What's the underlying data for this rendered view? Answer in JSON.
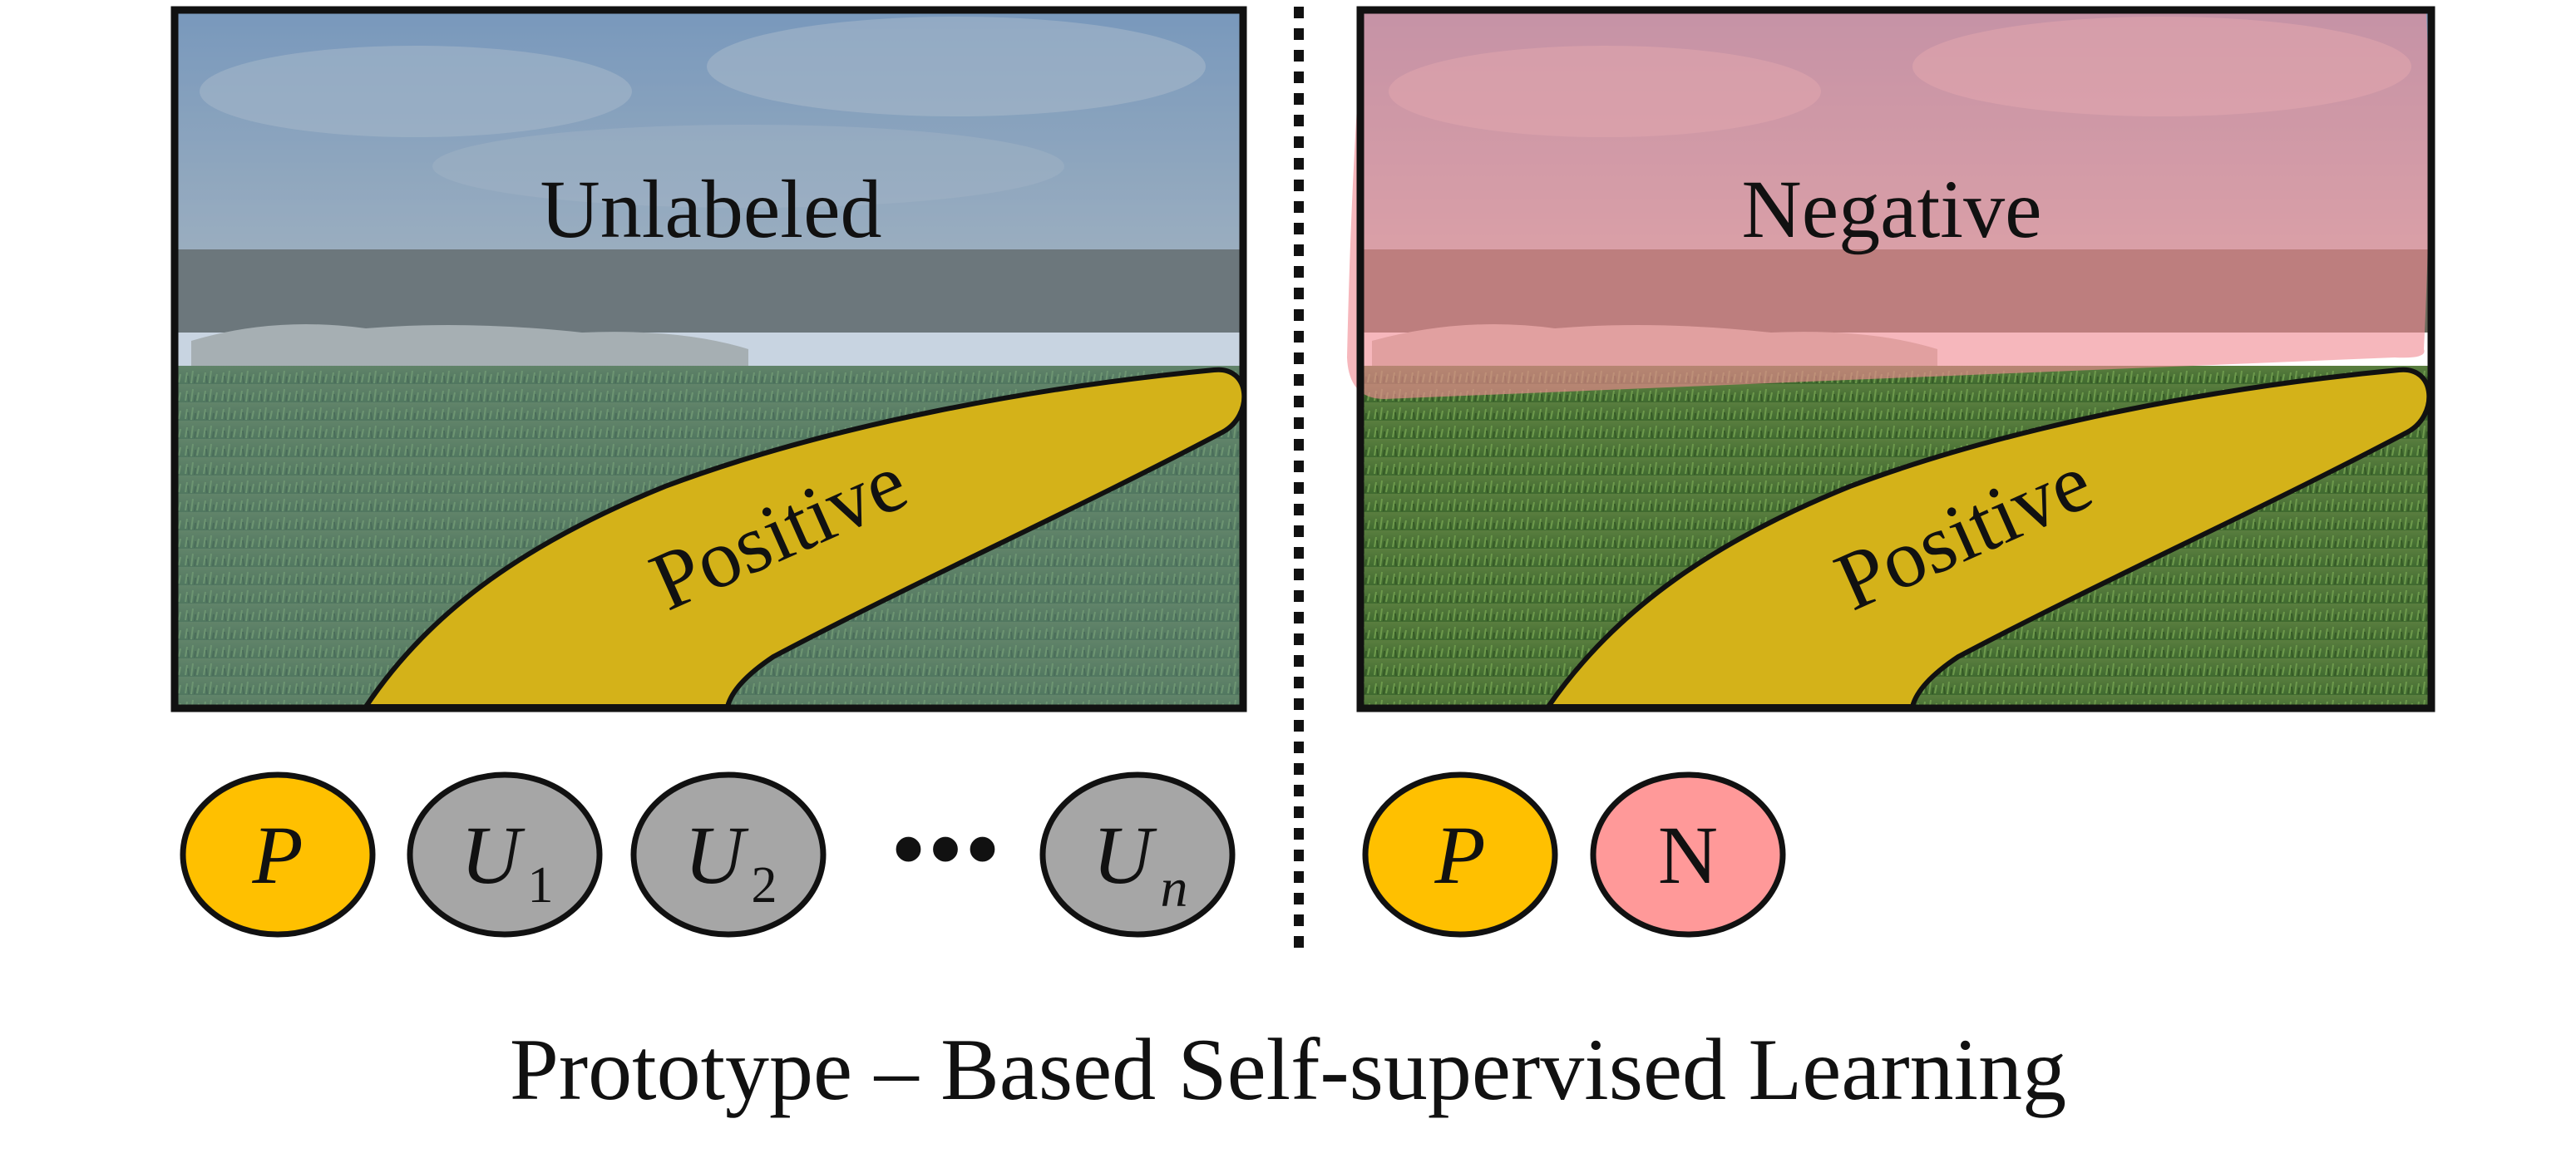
{
  "left_panel": {
    "region_label": "Unlabeled",
    "positive_label": "Positive",
    "tint_color": "#6f9bd3"
  },
  "right_panel": {
    "region_label": "Negative",
    "positive_label": "Positive",
    "tint_color": "#f4a3a8"
  },
  "left_nodes": [
    {
      "letter": "P",
      "sub": "",
      "color": "#ffc000"
    },
    {
      "letter": "U",
      "sub": "1",
      "color": "#a6a6a6"
    },
    {
      "letter": "U",
      "sub": "2",
      "color": "#a6a6a6"
    },
    {
      "letter": "U",
      "sub": "n",
      "color": "#a6a6a6"
    }
  ],
  "ellipsis": "•••",
  "right_nodes": [
    {
      "letter": "P",
      "sub": "",
      "color": "#ffc000"
    },
    {
      "letter": "N",
      "sub": "",
      "color": "#ff9999"
    }
  ],
  "caption": "Prototype – Based Self-supervised Learning",
  "colors": {
    "positive_band": "#d4b219",
    "grass": "#4c7a3a",
    "sky": "#8ea7c2",
    "divider": "#111111"
  }
}
